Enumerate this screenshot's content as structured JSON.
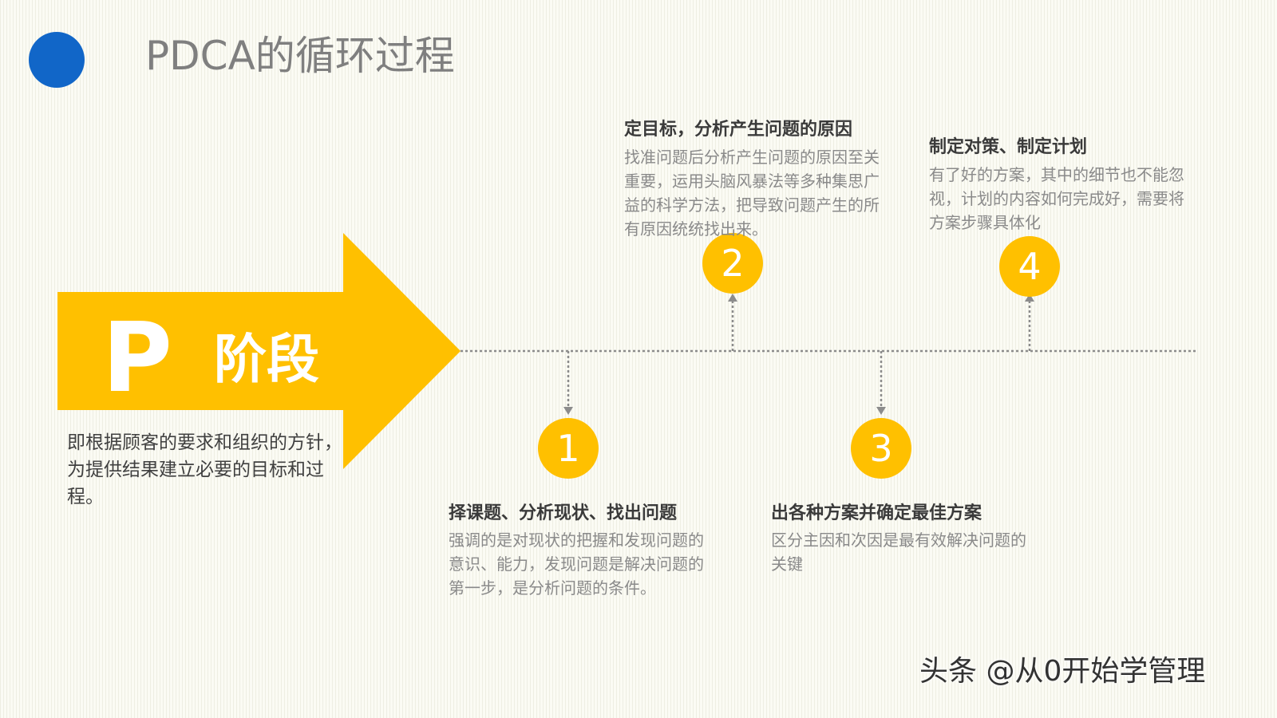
{
  "header": {
    "title": "PDCA的循环过程",
    "dot_color": "#1166c8"
  },
  "stage": {
    "letter": "P",
    "name": "阶段",
    "arrow_color": "#ffc000",
    "description": "即根据顾客的要求和组织的方针，为提供结果建立必要的目标和过程。"
  },
  "steps": [
    {
      "number": "1",
      "title": "择课题、分析现状、找出问题",
      "description": "强调的是对现状的把握和发现问题的意识、能力，发现问题是解决问题的第一步，是分析问题的条件。"
    },
    {
      "number": "2",
      "title": "定目标，分析产生问题的原因",
      "description": "找准问题后分析产生问题的原因至关重要，运用头脑风暴法等多种集思广益的科学方法，把导致问题产生的所有原因统统找出来。"
    },
    {
      "number": "3",
      "title": "出各种方案并确定最佳方案",
      "description": "区分主因和次因是最有效解决问题的关键"
    },
    {
      "number": "4",
      "title": "制定对策、制定计划",
      "description": "有了好的方案，其中的细节也不能忽视，计划的内容如何完成好，需要将方案步骤具体化"
    }
  ],
  "step_color": "#ffc000",
  "line_color": "#8c8c8c",
  "watermark": "头条 @从0开始学管理"
}
